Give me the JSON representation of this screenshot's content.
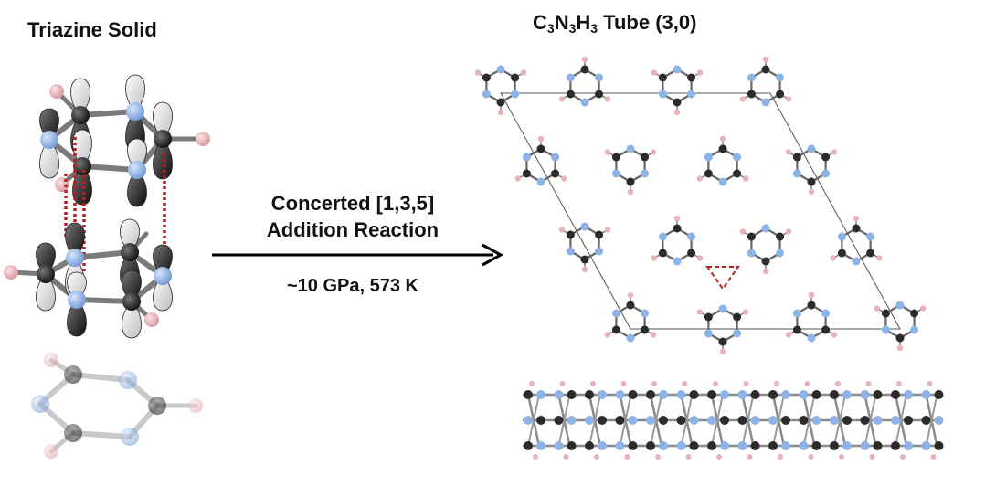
{
  "left_panel": {
    "title": "Triazine Solid"
  },
  "right_panel": {
    "title_parts": [
      {
        "text": "C",
        "sub": "3"
      },
      {
        "text": "N",
        "sub": "3"
      },
      {
        "text": "H",
        "sub": "3"
      },
      {
        "text": " Tube (3,0)",
        "sub": ""
      }
    ]
  },
  "reaction": {
    "name_line1": "Concerted [1,3,5]",
    "name_line2": "Addition Reaction",
    "conditions": "~10 GPa, 573 K"
  },
  "colors": {
    "carbon": "#2b2b2b",
    "nitrogen": "#8eb3e6",
    "hydrogen": "#e8b4ba",
    "bond": "#7a7a7a",
    "interaction": "#b52020",
    "arrow": "#000000",
    "unit_cell": "#555555"
  },
  "icons": {
    "arrow": "right-arrow-icon",
    "orbital": "p-orbital-icon"
  }
}
